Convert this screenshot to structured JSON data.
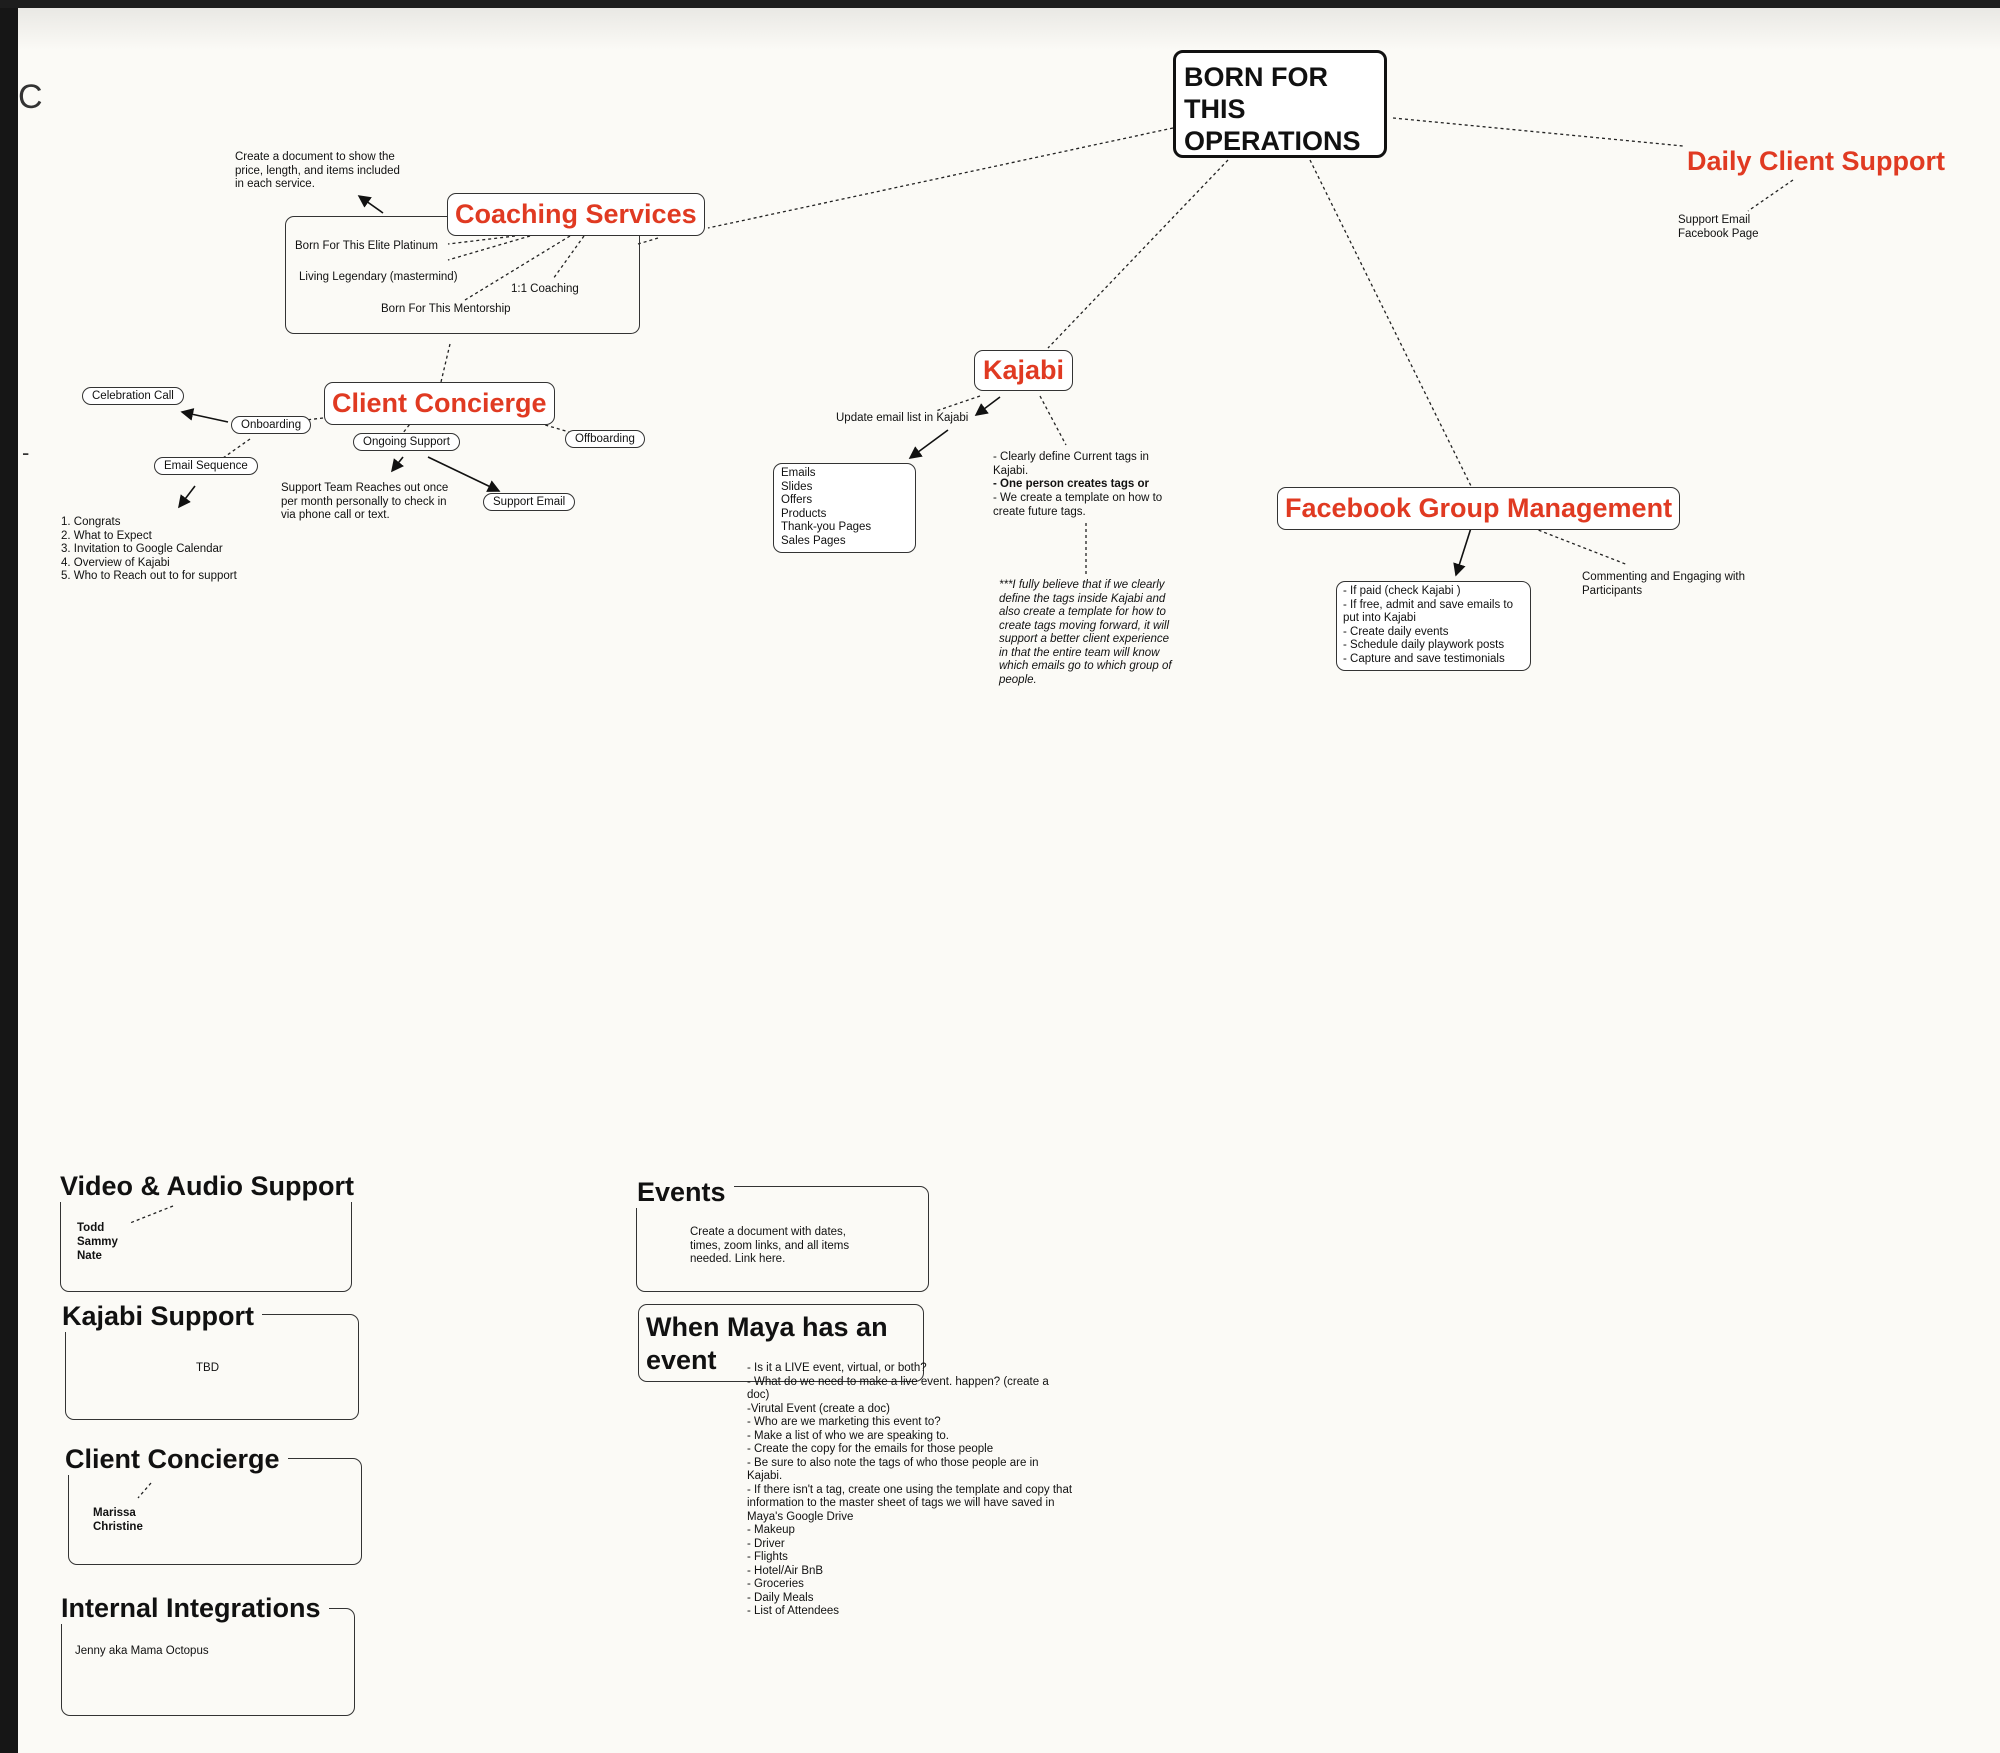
{
  "main": {
    "title": "BORN FOR\nTHIS\nOPERATIONS"
  },
  "coaching_services": {
    "title": "Coaching Services",
    "note": "Create a document to show the\nprice, length, and items included\nin each service.",
    "items": [
      "Born For This Elite Platinum",
      "Living Legendary (mastermind)",
      "1:1 Coaching",
      "Born For This Mentorship"
    ]
  },
  "client_concierge": {
    "title": "Client Concierge",
    "celebration_call": "Celebration Call",
    "onboarding": "Onboarding",
    "email_sequence": "Email Sequence",
    "email_sequence_items": "1. Congrats\n2. What to Expect\n3. Invitation to Google Calendar\n4. Overview of Kajabi\n5. Who to Reach out to for support",
    "ongoing_support": "Ongoing Support",
    "offboarding": "Offboarding",
    "support_team_note": "Support Team Reaches out once\nper month personally to check in\nvia phone call or text.",
    "support_email": "Support Email"
  },
  "kajabi": {
    "title": "Kajabi",
    "update_note": "Update email list in Kajabi",
    "list": "Emails\nSlides\nOffers\nProducts\nThank-you Pages\nSales Pages",
    "tags_line1": "- Clearly define Current tags in\nKajabi.",
    "tags_line2": "- One person creates tags or",
    "tags_line3": "- We create a template on how to\ncreate future tags.",
    "belief": "***I fully believe that if we clearly\ndefine the tags inside Kajabi and\nalso create a template for how to\ncreate tags moving forward, it will\nsupport a better client experience\nin that the entire team will know\nwhich emails go to which group of\npeople."
  },
  "daily_support": {
    "title": "Daily Client Support",
    "items": "Support Email\nFacebook Page"
  },
  "facebook": {
    "title": "Facebook Group Management",
    "list": "- If paid (check Kajabi )\n- If free, admit and save emails to\nput into Kajabi\n- Create daily events\n- Schedule daily playwork posts\n- Capture and save testimonials",
    "commenting": "Commenting and Engaging with\nParticipants"
  },
  "video_audio": {
    "title": "Video & Audio Support",
    "names": "Todd\nSammy\nNate"
  },
  "kajabi_support": {
    "title": "Kajabi Support",
    "value": "TBD"
  },
  "client_concierge_team": {
    "title": "Client Concierge",
    "names": "Marissa\nChristine"
  },
  "internal_integrations": {
    "title": "Internal Integrations",
    "value": "Jenny aka Mama Octopus"
  },
  "events": {
    "title": "Events",
    "note": "Create a document with dates,\ntimes, zoom links, and all items\nneeded. Link here."
  },
  "maya_event": {
    "title": "When Maya has an\nevent",
    "list": "- Is it a LIVE event, virtual, or both?\n- What do we need to make a live event. happen? (create a\ndoc)\n-Virutal Event (create a doc)\n- Who are we marketing this event to?\n- Make a list of who we are speaking to.\n- Create the copy for the emails for those people\n-  Be sure to also note the tags of who those people are in\nKajabi.\n- If there isn't a tag, create one using the template and copy that\ninformation to the master sheet of tags we will have saved in\nMaya's Google Drive\n- Makeup\n- Driver\n- Flights\n- Hotel/Air BnB\n- Groceries\n- Daily Meals\n- List of Attendees"
  },
  "colors": {
    "accent_red": "#e03a22",
    "canvas": "#fbfaf6",
    "frame": "#161616"
  }
}
